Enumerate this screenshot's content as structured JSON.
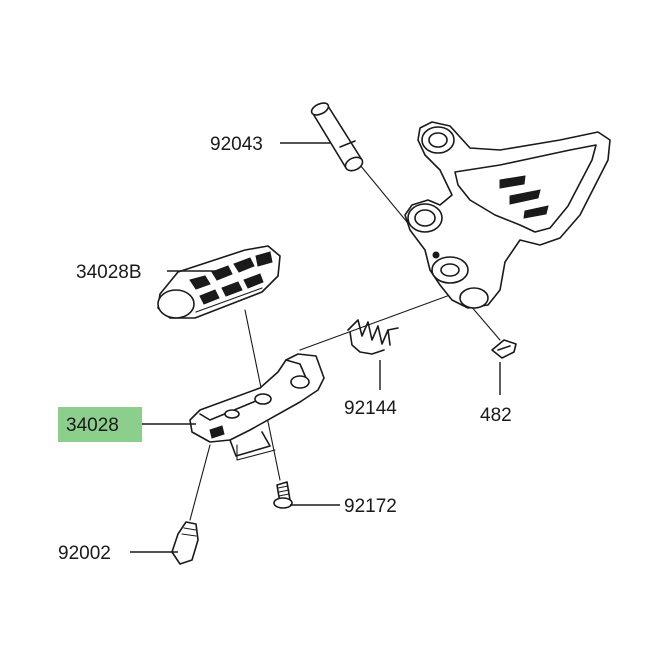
{
  "diagram": {
    "highlight_color": "#8ccf8c",
    "line_color": "#1a1a1a",
    "parts": [
      {
        "id": "92043",
        "label": "92043",
        "highlighted": false
      },
      {
        "id": "34028B",
        "label": "34028B",
        "highlighted": false
      },
      {
        "id": "92144",
        "label": "92144",
        "highlighted": false
      },
      {
        "id": "482",
        "label": "482",
        "highlighted": false
      },
      {
        "id": "34028",
        "label": "34028",
        "highlighted": true
      },
      {
        "id": "92172",
        "label": "92172",
        "highlighted": false
      },
      {
        "id": "92002",
        "label": "92002",
        "highlighted": false
      }
    ]
  }
}
